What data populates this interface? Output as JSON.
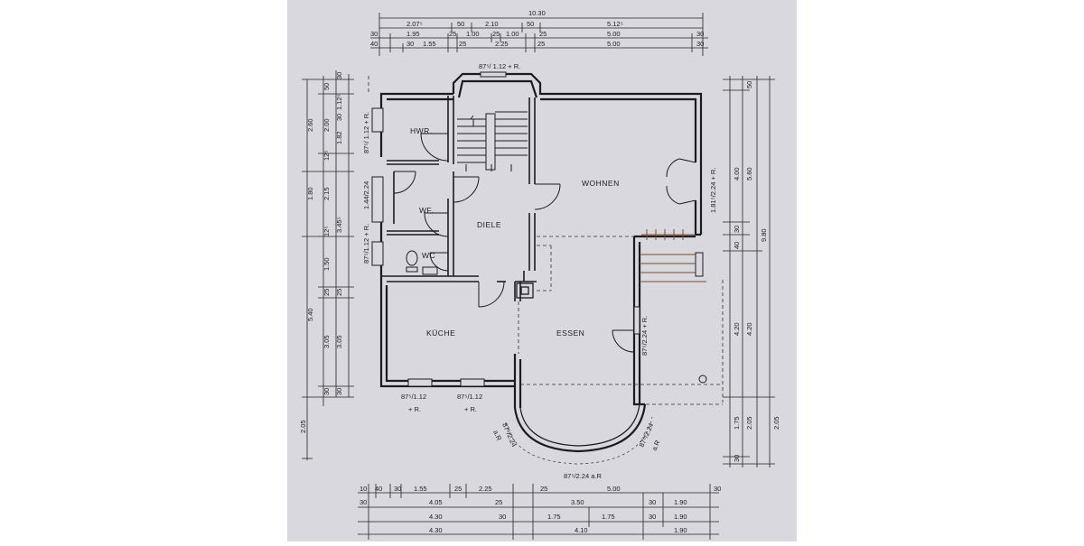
{
  "rooms": {
    "hwr": "HWR.",
    "wf": "WF.",
    "wc": "WC",
    "diele": "DIELE",
    "wohnen": "WOHNEN",
    "kueche": "KÜCHE",
    "essen": "ESSEN"
  },
  "top_dims": {
    "row0": [
      "10.30"
    ],
    "row1": [
      "2.07⁵",
      "50",
      "2.10",
      "50",
      "5.12⁵"
    ],
    "row2": [
      "30",
      "1.95",
      "25",
      "1.00",
      "25",
      "1.00",
      "25",
      "5.00",
      "30"
    ],
    "row3": [
      "40",
      "30",
      "1.55",
      "25",
      "2.25",
      "25",
      "5.00",
      "30"
    ]
  },
  "bottom_dims": {
    "row1": [
      "10",
      "40",
      "30",
      "1.55",
      "25",
      "2.25",
      "25",
      "5.00",
      "30"
    ],
    "row2": [
      "30",
      "4.05",
      "25",
      "3.50",
      "30",
      "1.90"
    ],
    "row3": [
      "4.30",
      "30",
      "1.75",
      "1.75",
      "30",
      "1.90"
    ],
    "row4": [
      "4.30",
      "4.10",
      "1.90"
    ]
  },
  "left_dims": {
    "outer": [
      "2.60",
      "1.80",
      "5.40",
      "2.05"
    ],
    "mid": [
      "50",
      "2.00",
      "12⁵",
      "2.15",
      "12⁵",
      "1.50",
      "25",
      "3.05",
      "30"
    ],
    "inner": [
      "30",
      "1.12⁵",
      "30",
      "1.82",
      "3.45⁵",
      "25",
      "3.05",
      "30"
    ]
  },
  "right_dims": {
    "inner": [
      "50",
      "4.00",
      "30",
      "40",
      "4.20",
      "1.75",
      "30"
    ],
    "mid": [
      "5.60",
      "4.20",
      "2.05"
    ],
    "outer": [
      "9.80",
      "2.05"
    ]
  },
  "window_labels": {
    "stair": "87⁵/ 1.12 + R.",
    "hwr": "87⁵/ 1.12 + R.",
    "wf_left": "1.44/2.24",
    "wc": "87⁵/1.12 + R.",
    "wohnen_right": "1.81⁵/2.24 + R.",
    "essen_right": "87⁵/2.24 + R.",
    "kueche_1": "87⁵/1.12",
    "kueche_1b": "+ R.",
    "kueche_2": "87⁵/1.12",
    "kueche_2b": "+ R.",
    "bay_left": "87⁵/2.24",
    "bay_left_b": "a.R",
    "bay_right": "87⁵/2.24",
    "bay_right_b": "a.R",
    "bay_bottom": "87⁵/2.24 a.R"
  }
}
